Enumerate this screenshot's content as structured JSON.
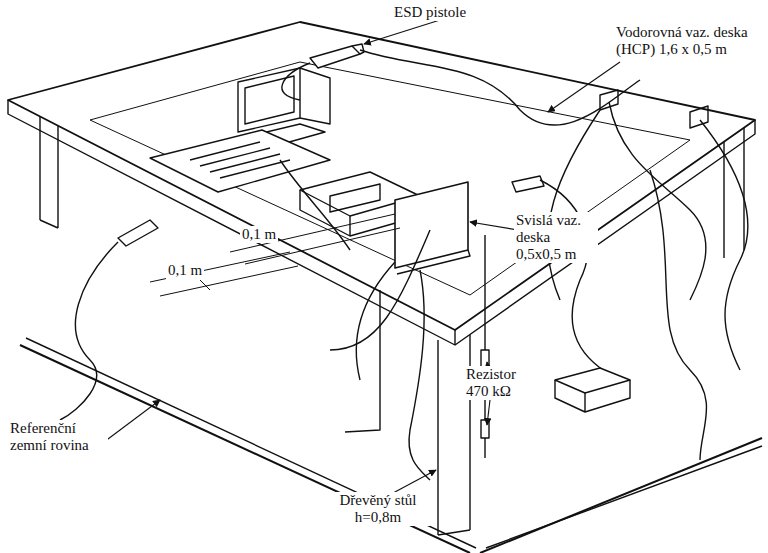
{
  "diagram": {
    "labels": [
      "ESD pistole",
      "Vodorovná vaz. deska (HCP) 1,6 x 0,5 m",
      "0,1 m",
      "Svislá vaz. deska 0,5x0,5 m",
      "0,1 m",
      "Rezistor 470 kΩ",
      "Referenční zemní rovina",
      "Dřevěný stůl h=0,8m"
    ]
  }
}
